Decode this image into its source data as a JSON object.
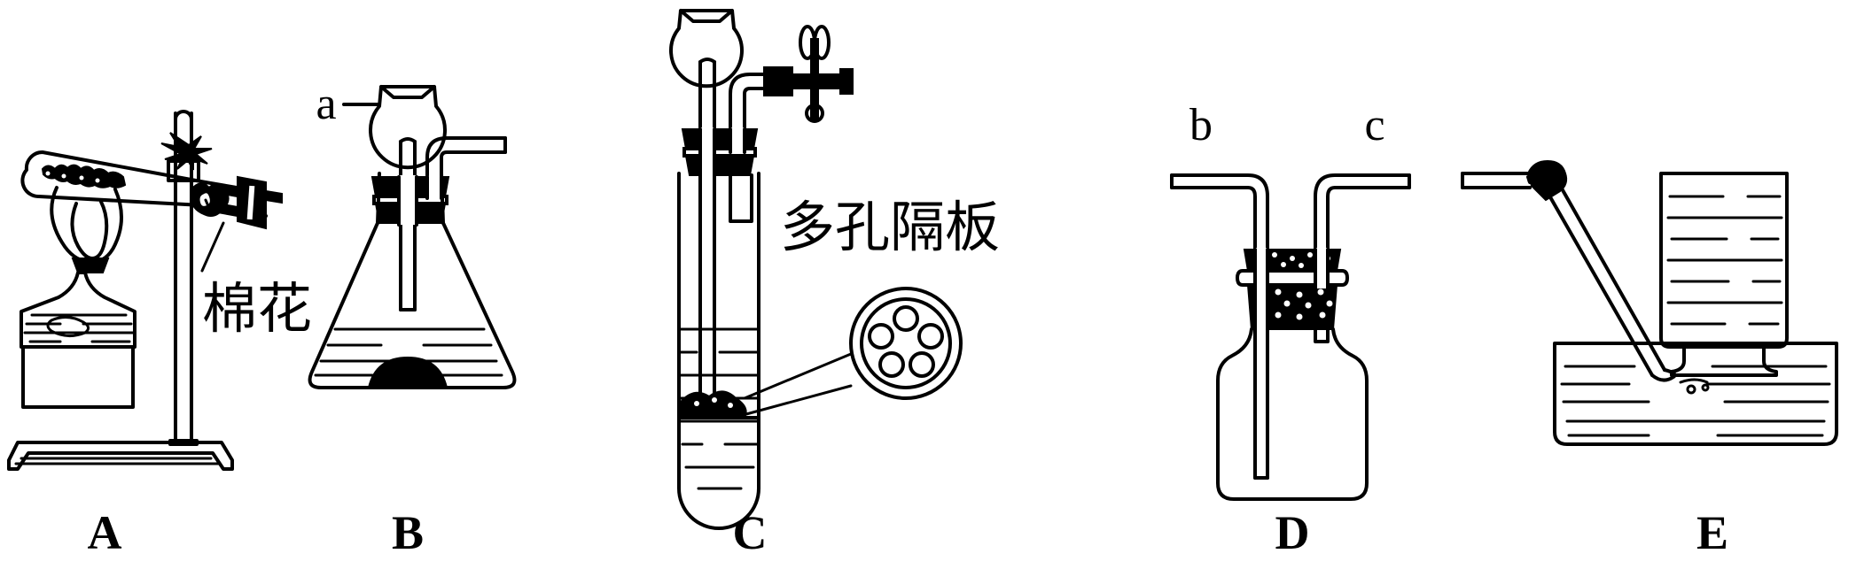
{
  "figure": {
    "title": "Gas preparation and collection apparatus set",
    "background_color": "#ffffff",
    "stroke_color": "#000000"
  },
  "panels": [
    {
      "id": "A",
      "caption": "A",
      "description": "Test tube clamped on iron stand heated by alcohol lamp, cotton plug at mouth",
      "annotations": [
        {
          "name": "cotton-label",
          "text": "棉花"
        }
      ],
      "parts": [
        "iron-stand",
        "test-tube",
        "alcohol-lamp",
        "clamp",
        "cotton-plug",
        "delivery-tube"
      ]
    },
    {
      "id": "B",
      "caption": "B",
      "description": "Conical flask with stopper, thistle funnel and delivery tube",
      "annotations": [
        {
          "name": "thistle-funnel-label",
          "text": "a"
        }
      ],
      "parts": [
        "conical-flask",
        "rubber-stopper",
        "thistle-funnel",
        "delivery-tube",
        "solid-reagent",
        "liquid"
      ]
    },
    {
      "id": "C",
      "caption": "C",
      "description": "Kipp-style generator: large test tube with perforated plate, thistle funnel and stopcock",
      "annotations": [
        {
          "name": "porous-plate-label",
          "text": "多孔隔板"
        }
      ],
      "parts": [
        "large-test-tube",
        "rubber-stopper",
        "thistle-funnel",
        "stopcock",
        "perforated-plate",
        "magnifier-circle",
        "liquid"
      ]
    },
    {
      "id": "D",
      "caption": "D",
      "description": "Gas washing bottle with two tubes through a stopper",
      "annotations": [
        {
          "name": "inlet-tube-label",
          "text": "b"
        },
        {
          "name": "outlet-tube-label",
          "text": "c"
        }
      ],
      "parts": [
        "wash-bottle",
        "rubber-stopper",
        "long-tube",
        "short-tube"
      ]
    },
    {
      "id": "E",
      "caption": "E",
      "description": "Downward displacement of water: bent delivery tube into inverted gas bottle in water trough",
      "annotations": [],
      "parts": [
        "water-trough",
        "gas-collection-bottle",
        "bent-delivery-tube",
        "water"
      ]
    }
  ],
  "captions": {
    "a_caption": "A",
    "b_caption": "B",
    "c_caption": "C",
    "d_caption": "D",
    "e_caption": "E"
  },
  "labels": {
    "cotton": "棉花",
    "thistle_a": "a",
    "porous_plate": "多孔隔板",
    "washbottle_b": "b",
    "washbottle_c": "c"
  }
}
